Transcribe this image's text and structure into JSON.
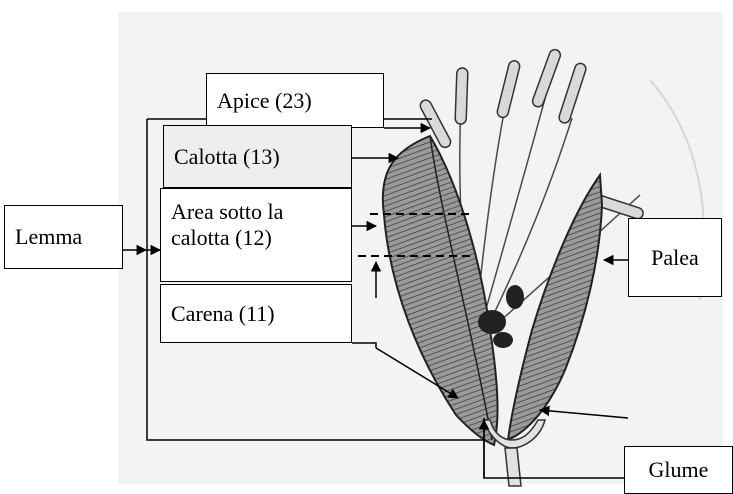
{
  "diagram": {
    "subject": "grass floret",
    "labels": {
      "lemma": "Lemma",
      "apice": "Apice (23)",
      "calotta": "Calotta (13)",
      "area_line1": "Area sotto la",
      "area_line2": "calotta (12)",
      "carena": "Carena (11)",
      "palea": "Palea",
      "glume": "Glume"
    },
    "colors": {
      "paper": "#f3f3f3",
      "ink": "#000000",
      "bract_fill": "#8a8a8a",
      "bract_dark": "#3c3c3c"
    }
  }
}
